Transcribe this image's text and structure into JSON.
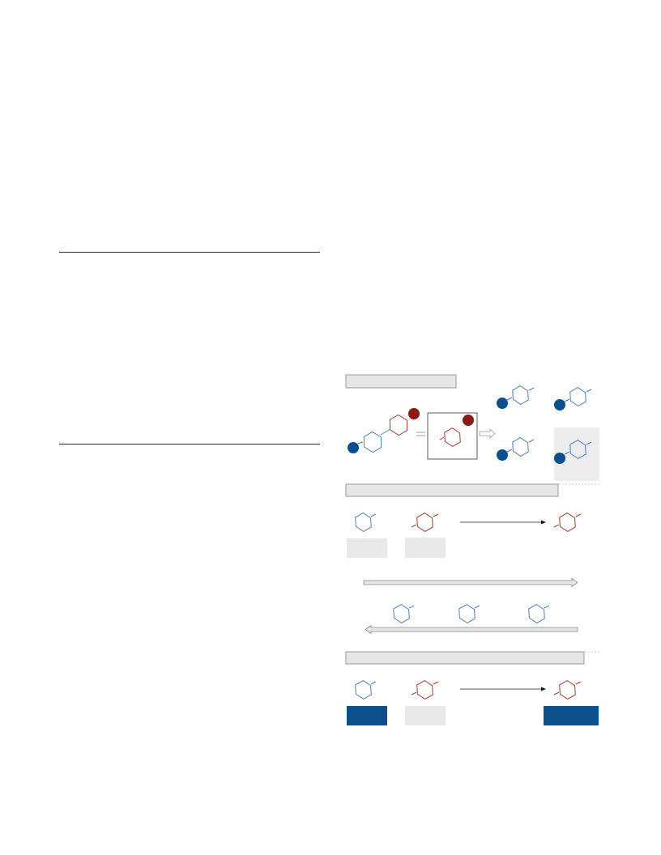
{
  "page": {
    "left_column": {
      "rules": [
        "top-rule",
        "bottom-rule"
      ]
    },
    "figure": {
      "panels": [
        {
          "name": "panel-a",
          "header_text": "",
          "note": ""
        },
        {
          "name": "panel-b",
          "header_text": "",
          "note": ""
        },
        {
          "name": "panel-c",
          "header_text": "",
          "note": ""
        }
      ],
      "colors": {
        "blue": "#1f5d95",
        "blue_light": "#4a7fb5",
        "red": "#a33a2d",
        "dark_red": "#8b1a12",
        "header_gray": "#e6e6e6",
        "header_border": "#9a9a9a",
        "box_gray": "#ececec",
        "navy_box": "#0b4f8c",
        "arrow": "#1a1a1a"
      },
      "icons": [
        "benzene-ring-icon",
        "toluene-icon",
        "biphenyl-icon",
        "metal-circle-icon",
        "reaction-arrow-icon",
        "equilibrium-arrow-icon",
        "hollow-arrow-icon"
      ]
    }
  }
}
